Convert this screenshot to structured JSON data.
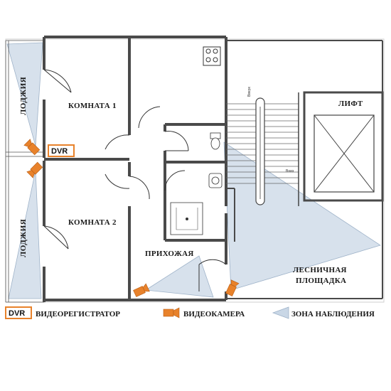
{
  "rooms": {
    "room1": "КОМНАТА 1",
    "room2": "КОМНАТА 2",
    "hallway": "ПРИХОЖАЯ",
    "lift": "ЛИФТ",
    "stair_line1": "ЛЕСНИЧНАЯ",
    "stair_line2": "ПЛОЩАДКА",
    "loggia_top": "ЛОДЖИЯ",
    "loggia_bottom": "ЛОДЖИЯ",
    "stair_mark_up": "Вверх",
    "stair_mark_down": "Вниз"
  },
  "dvr_tag": "DVR",
  "legend": {
    "dvr_icon": "DVR",
    "dvr_label": "ВИДЕОРЕГИСТРАТОР",
    "camera_label": "ВИДЕОКАМЕРА",
    "zone_label": "ЗОНА НАБЛЮДЕНИЯ"
  },
  "colors": {
    "camera": "#e8822b",
    "zone": "#c9d7e6",
    "wall": "#4a4a4a"
  },
  "icons": [
    "camera-icon",
    "surveillance-zone-icon",
    "dvr-icon"
  ]
}
